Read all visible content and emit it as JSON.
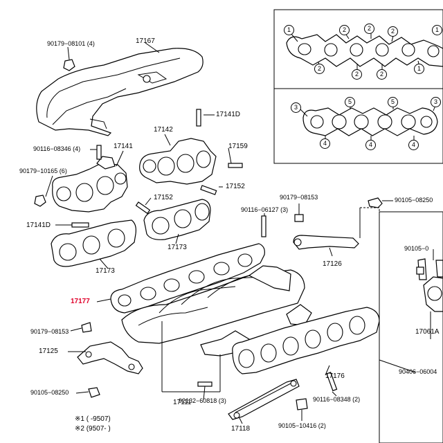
{
  "highlight_label": "17177",
  "labels": {
    "p90179_08101": "90179−08101 (4)",
    "p17167": "17167",
    "p17141D_top": "17141D",
    "p17142": "17142",
    "p90116_08346": "90116−08346 (4)",
    "p17141": "17141",
    "p17159": "17159",
    "p90179_10165": "90179−10165 (6)",
    "p17152_a": "17152",
    "p17152_b": "17152",
    "p17141D_bottom": "17141D",
    "p17173_a": "17173",
    "p17173_b": "17173",
    "p90179_08153_top": "90179−08153",
    "p90105_08250_top": "90105−08250",
    "p90116_06127": "90116−06127 (3)",
    "p17126": "17126",
    "p90105_side": "90105−0",
    "p17061A": "17061A",
    "p90406_06004": "90406−06004",
    "p90179_08153_bottom": "90179−08153",
    "p17125": "17125",
    "p90105_08250_bottom": "90105−08250",
    "p92132_60818": "92132−60818 (3)",
    "p17111": "17111",
    "p17176": "17176",
    "p90116_08348": "90116−08348 (2)",
    "p17118": "17118",
    "p90105_10416": "90105−10416 (2)",
    "note1": "※1 (  -9507)",
    "note2": "※2 (9507-  )"
  },
  "circles": {
    "c1a": "1",
    "c2a": "2",
    "c2b": "2",
    "c2c": "2",
    "c1b": "1",
    "c2d": "2",
    "c2e": "2",
    "c2f": "2",
    "c1c": "1",
    "c3a": "3",
    "c5a": "5",
    "c5b": "5",
    "c3b": "3",
    "c4a": "4",
    "c4b": "4",
    "c4c": "4"
  },
  "colors": {
    "highlight": "#e0002a",
    "line": "#000000"
  }
}
